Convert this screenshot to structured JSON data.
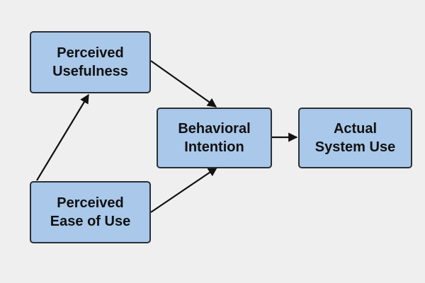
{
  "diagram": {
    "nodes": [
      {
        "id": "pu",
        "label": "Perceived\nUsefulness"
      },
      {
        "id": "peu",
        "label": "Perceived\nEase of Use"
      },
      {
        "id": "bi",
        "label": "Behavioral\nIntention"
      },
      {
        "id": "asu",
        "label": "Actual\nSystem Use"
      }
    ],
    "edges": [
      {
        "from": "peu",
        "to": "pu"
      },
      {
        "from": "pu",
        "to": "bi"
      },
      {
        "from": "peu",
        "to": "bi"
      },
      {
        "from": "bi",
        "to": "asu"
      }
    ],
    "colors": {
      "background": "#efefef",
      "node_fill": "#a9c8ea",
      "node_border": "#2a2f36",
      "arrow": "#111111"
    }
  }
}
